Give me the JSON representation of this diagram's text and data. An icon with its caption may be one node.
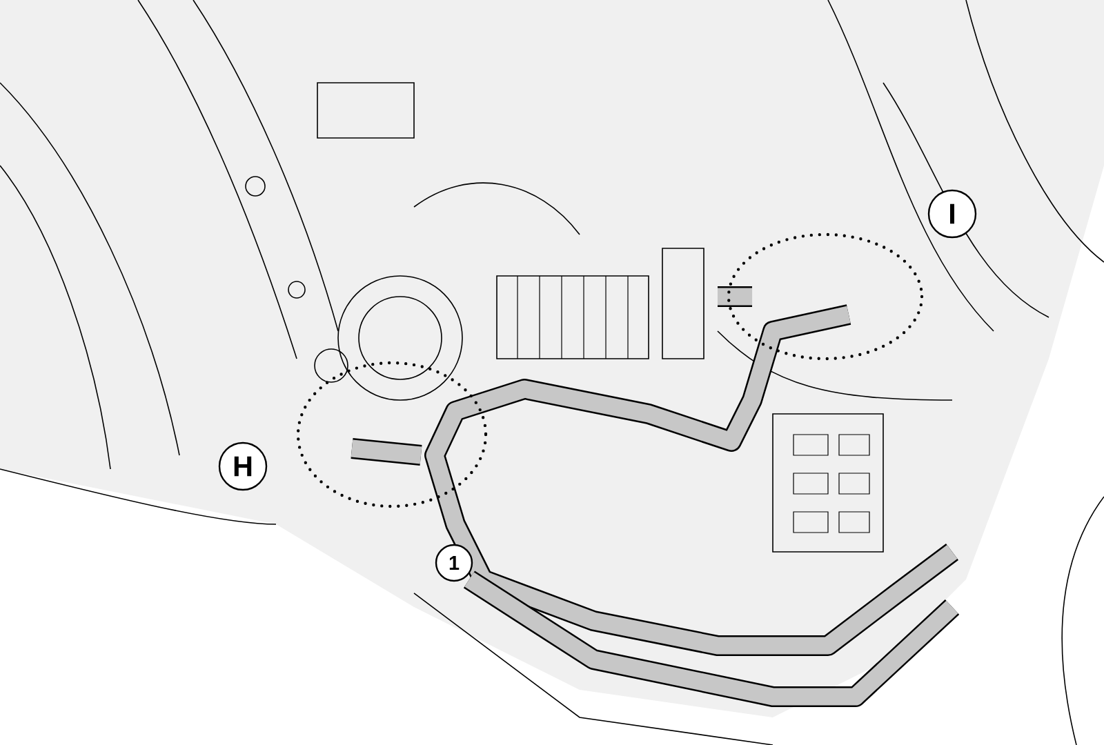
{
  "diagram": {
    "nodes": [
      {
        "text": [
          "I"
        ]
      },
      {
        "text": [
          "H"
        ]
      },
      {
        "text": [
          "1"
        ]
      }
    ]
  }
}
